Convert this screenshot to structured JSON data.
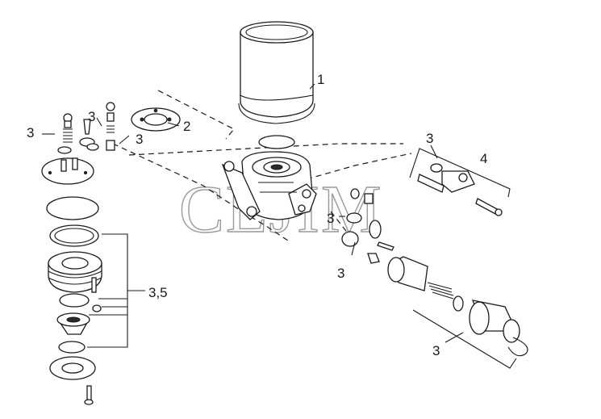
{
  "watermark": "CEJIM",
  "callouts": {
    "c1": "1",
    "c2": "2",
    "c3a": "3",
    "c3b": "3",
    "c3c": "3",
    "c3d": "3",
    "c3e": "3",
    "c3f": "3",
    "c3g": "3",
    "c4": "4",
    "c35": "3,5"
  }
}
